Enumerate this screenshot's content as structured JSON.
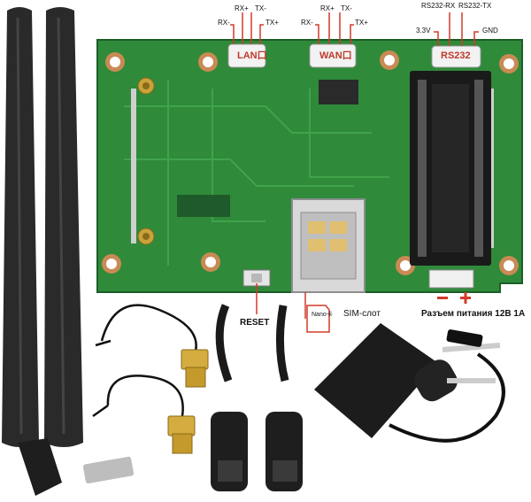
{
  "pins": {
    "lan": {
      "rx_minus": "RX-",
      "rx_plus": "RX+",
      "tx_minus": "TX-",
      "tx_plus": "TX+"
    },
    "wan": {
      "rx_minus": "RX-",
      "rx_plus": "RX+",
      "tx_minus": "TX-",
      "tx_plus": "TX+"
    },
    "rs232": {
      "v33": "3.3V",
      "rx": "RS232-RX",
      "tx": "RS232-TX",
      "gnd": "GND"
    }
  },
  "connectors": {
    "lan": "LAN口",
    "wan": "WAN口",
    "rs232": "RS232"
  },
  "labels": {
    "reset": "RESET",
    "sim_slot": "SIM-слот",
    "nano": "Nano卡",
    "power": "Разъем питания 12В 1А",
    "minus": "−",
    "plus": "+"
  },
  "colors": {
    "pcb": "#2f8a3a",
    "pcb_dark": "#1f6b2b",
    "antenna": "#2a2a2a",
    "gold": "#c9a23a",
    "arrow_red": "#d13b2a"
  }
}
